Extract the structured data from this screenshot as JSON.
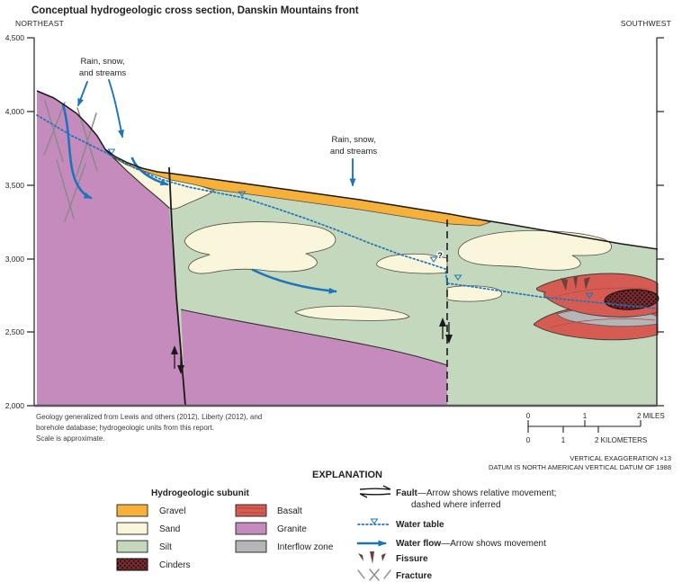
{
  "title": "Conceptual hydrogeologic cross section, Danskin Mountains front",
  "directions": {
    "left": "NORTHEAST",
    "right": "SOUTHWEST"
  },
  "y_axis": {
    "ticks": [
      "4,500",
      "4,000",
      "3,500",
      "3,000",
      "2,500",
      "2,000"
    ]
  },
  "annotations": {
    "rain1": {
      "line1": "Rain, snow,",
      "line2": "and streams"
    },
    "rain2": {
      "line1": "Rain, snow,",
      "line2": "and streams"
    },
    "query": "?"
  },
  "caption": {
    "line1": "Geology generalized from Lewis and others (2012), Liberty (2012), and",
    "line2": "borehole database; hydrogeologic units from this report.",
    "line3": "Scale is approximate."
  },
  "scalebar": {
    "mi0": "0",
    "mi1": "1",
    "mi2": "2 MILES",
    "km0": "0",
    "km1": "1",
    "km2": "2 KILOMETERS"
  },
  "notes": {
    "exaggeration": "VERTICAL EXAGGERATION ×13",
    "datum": "DATUM IS NORTH AMERICAN VERTICAL DATUM OF 1988"
  },
  "legend": {
    "heading": "EXPLANATION",
    "subheading": "Hydrogeologic subunit",
    "col1": [
      {
        "label": "Gravel"
      },
      {
        "label": "Sand"
      },
      {
        "label": "Silt"
      },
      {
        "label": "Cinders"
      }
    ],
    "col2": [
      {
        "label": "Basalt"
      },
      {
        "label": "Granite"
      },
      {
        "label": "Interflow zone"
      }
    ],
    "symbols": {
      "fault_bold": "Fault",
      "fault_rest": "—Arrow shows relative movement;",
      "fault_line2": "dashed where inferred",
      "watertable_bold": "Water table",
      "waterflow_bold": "Water flow",
      "waterflow_rest": "—Arrow shows movement",
      "fissure_bold": "Fissure",
      "fracture_bold": "Fracture"
    }
  },
  "colors": {
    "gravel": "#F6B13A",
    "sand": "#FAF6DC",
    "silt": "#C3D8BC",
    "cinders": "#7C2B30",
    "basalt": "#D65C53",
    "granite": "#C68BBD",
    "interflow": "#B5B5B8",
    "water": "#1B75BC",
    "fissure": "#6E4036",
    "fracture": "#8A8A8A"
  }
}
